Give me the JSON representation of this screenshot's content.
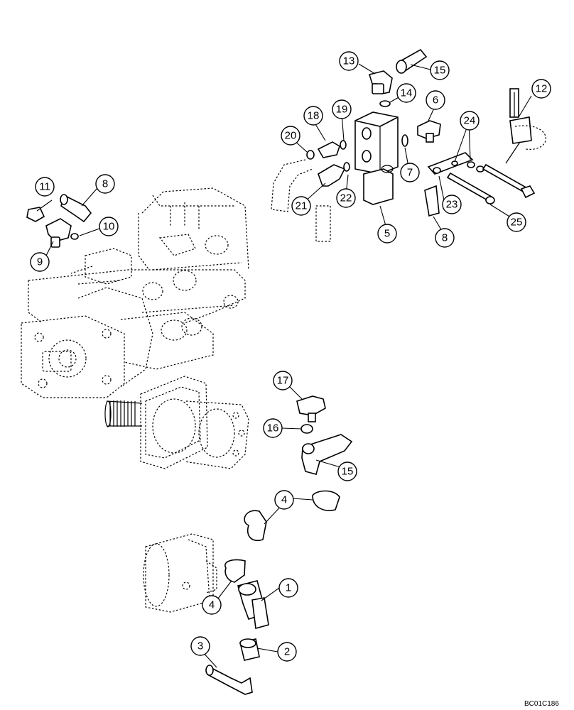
{
  "diagram": {
    "reference_code": "BC01C186",
    "callouts": [
      {
        "id": "c1",
        "label": "1"
      },
      {
        "id": "c2",
        "label": "2"
      },
      {
        "id": "c3",
        "label": "3"
      },
      {
        "id": "c4a",
        "label": "4"
      },
      {
        "id": "c4b",
        "label": "4"
      },
      {
        "id": "c5",
        "label": "5"
      },
      {
        "id": "c6",
        "label": "6"
      },
      {
        "id": "c7",
        "label": "7"
      },
      {
        "id": "c8a",
        "label": "8"
      },
      {
        "id": "c8b",
        "label": "8"
      },
      {
        "id": "c9",
        "label": "9"
      },
      {
        "id": "c10",
        "label": "10"
      },
      {
        "id": "c11",
        "label": "11"
      },
      {
        "id": "c12",
        "label": "12"
      },
      {
        "id": "c13",
        "label": "13"
      },
      {
        "id": "c14",
        "label": "14"
      },
      {
        "id": "c15a",
        "label": "15"
      },
      {
        "id": "c15b",
        "label": "15"
      },
      {
        "id": "c16",
        "label": "16"
      },
      {
        "id": "c17",
        "label": "17"
      },
      {
        "id": "c18",
        "label": "18"
      },
      {
        "id": "c19",
        "label": "19"
      },
      {
        "id": "c20",
        "label": "20"
      },
      {
        "id": "c21",
        "label": "21"
      },
      {
        "id": "c22",
        "label": "22"
      },
      {
        "id": "c23",
        "label": "23"
      },
      {
        "id": "c24",
        "label": "24"
      },
      {
        "id": "c25",
        "label": "25"
      }
    ]
  }
}
